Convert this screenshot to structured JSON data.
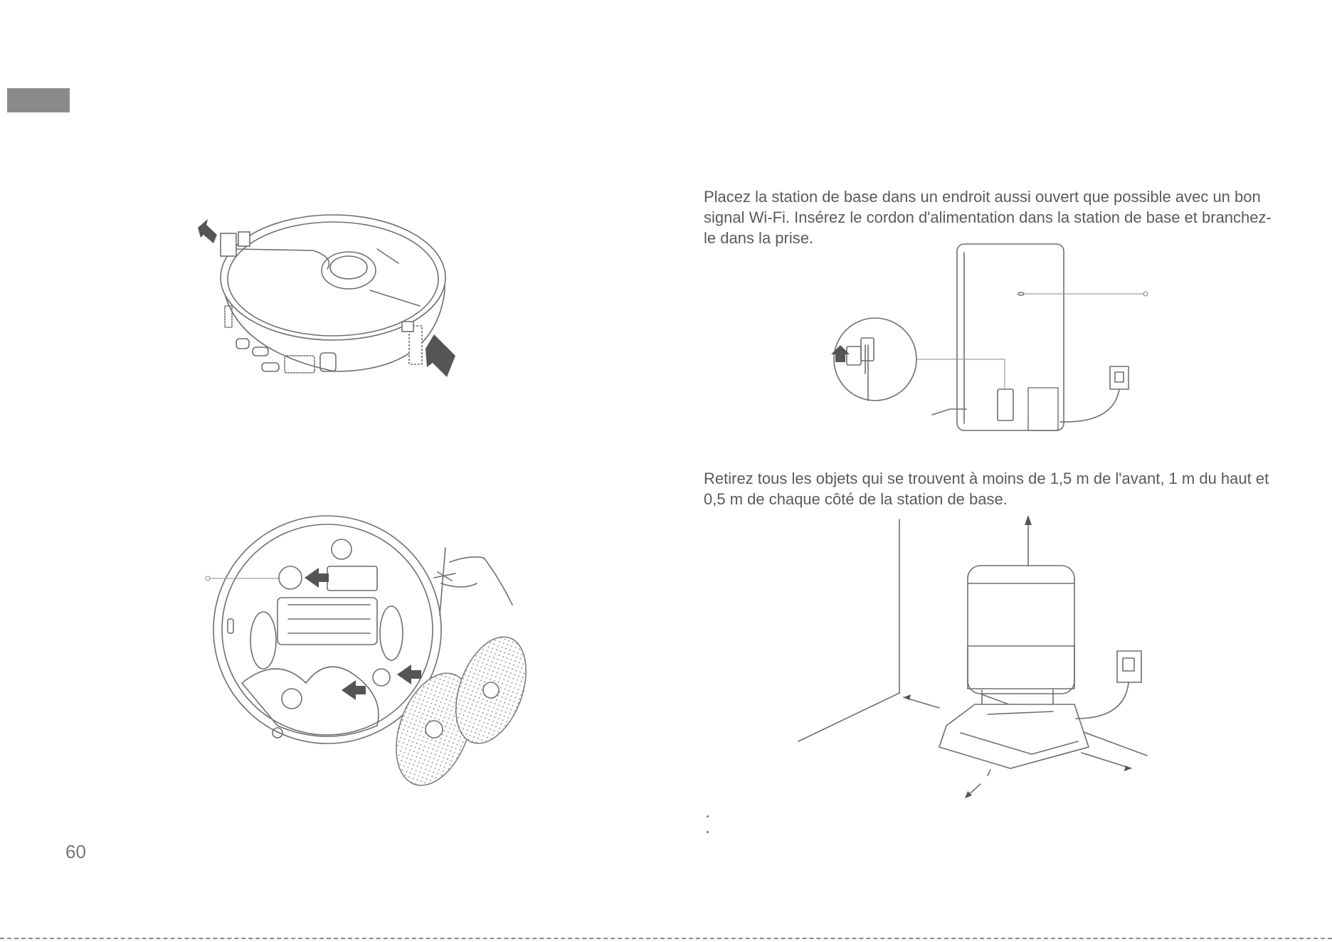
{
  "page": {
    "number": "60",
    "paragraphs": [
      "Placez la station de base dans un endroit aussi ouvert que possible avec un bon signal Wi-Fi. Insérez le cordon d'alimentation dans la station de base et branchez-le dans la prise.",
      "Retirez tous les objets qui se trouvent à moins de 1,5 m de l'avant, 1 m du haut et 0,5 m de chaque côté de la station de base."
    ]
  },
  "illustrations": {
    "robot_top": "robot-remove-protective-strips",
    "robot_bottom": "robot-install-side-brush-and-mop-pads",
    "station_power": "base-station-power-cord",
    "station_placement": "base-station-clearance"
  },
  "colors": {
    "line": "#6f6f6f",
    "arrow": "#555555",
    "tab": "#8a8a8a"
  }
}
